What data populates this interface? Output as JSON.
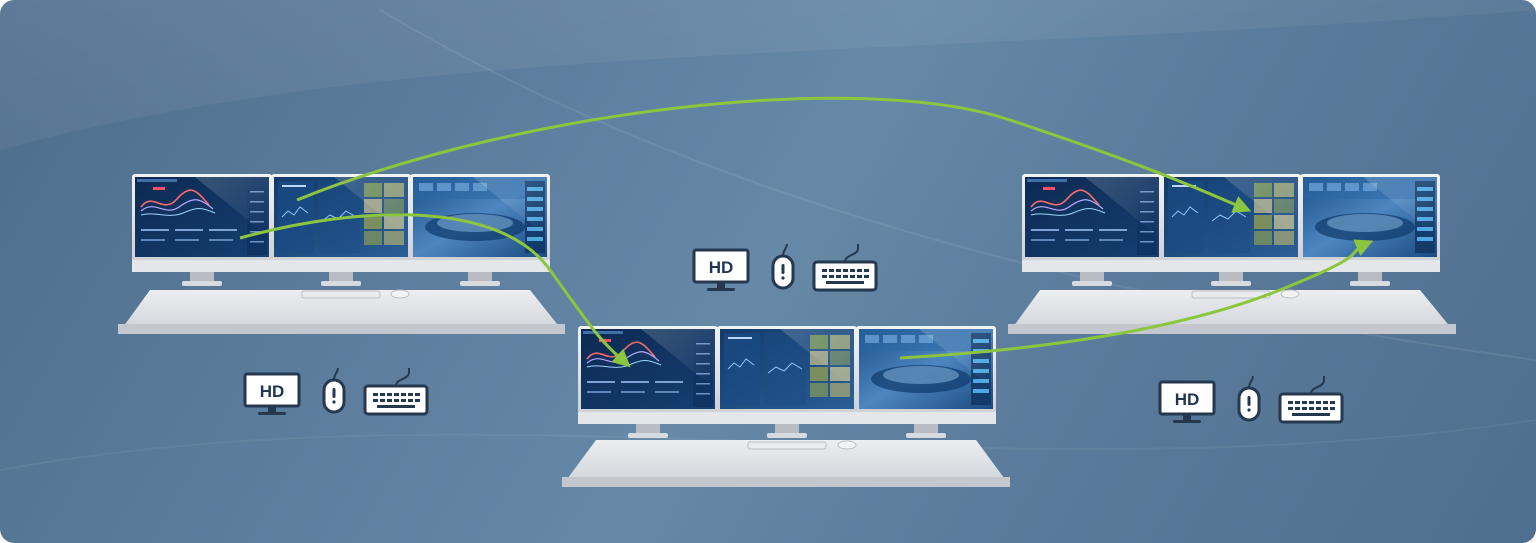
{
  "peripherals_label": "HD",
  "colors": {
    "background": "#5a7b9b",
    "arrow": "#8cc63f",
    "desk": "#dfe2e6",
    "screen_dark": "#0e2d57",
    "icon_stroke": "#24384f"
  },
  "workstations": [
    {
      "id": "left",
      "screens": [
        "dashboard",
        "map-grid",
        "control-room"
      ],
      "peripherals": [
        "hd-display-icon",
        "mouse-icon",
        "keyboard-icon"
      ]
    },
    {
      "id": "center",
      "screens": [
        "dashboard",
        "map-grid",
        "control-room"
      ],
      "peripherals": [
        "hd-display-icon",
        "mouse-icon",
        "keyboard-icon"
      ]
    },
    {
      "id": "right",
      "screens": [
        "dashboard",
        "map-grid",
        "control-room"
      ],
      "peripherals": [
        "hd-display-icon",
        "mouse-icon",
        "keyboard-icon"
      ]
    }
  ],
  "arrows": [
    {
      "from": "left-screen-2",
      "to": "right-screen-2"
    },
    {
      "from": "left-screen-1",
      "to": "center-screen-1"
    },
    {
      "from": "center-screen-3",
      "to": "right-screen-3"
    }
  ]
}
